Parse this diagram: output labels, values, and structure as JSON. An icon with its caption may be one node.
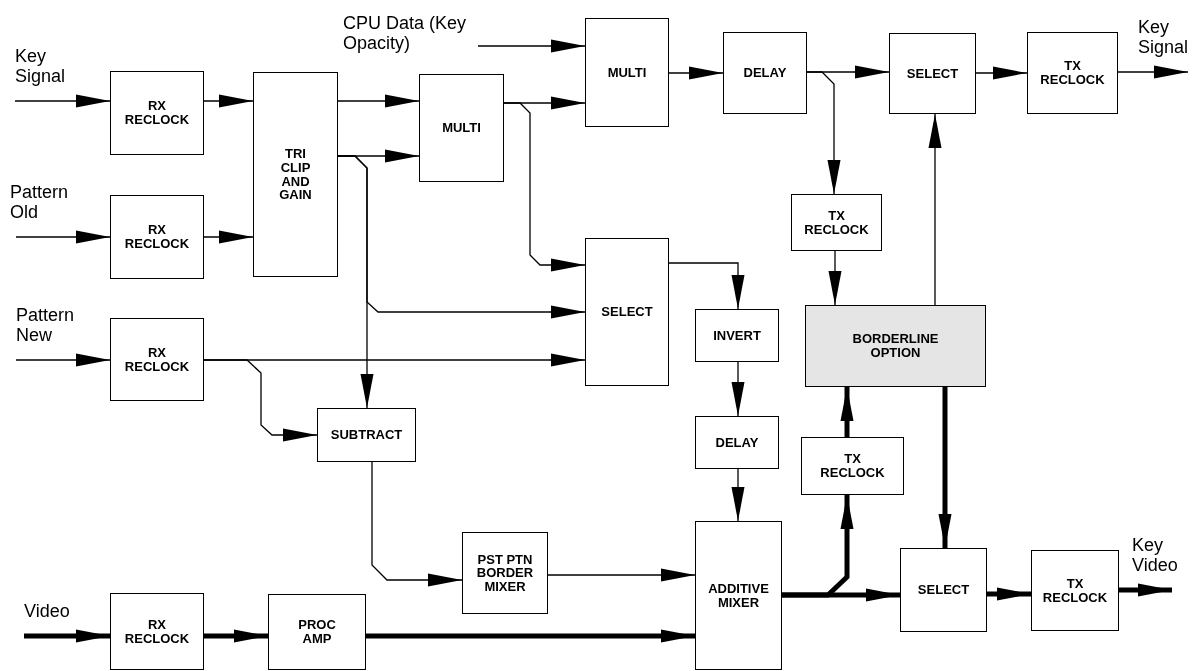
{
  "diagram": {
    "nodes": [
      {
        "text": [
          "Key Signal"
        ]
      },
      {
        "text": [
          "RX RECLOCK"
        ]
      },
      {
        "text": [
          "Pattern Old"
        ]
      },
      {
        "text": [
          "RX RECLOCK"
        ]
      },
      {
        "text": [
          "Pattern New"
        ]
      },
      {
        "text": [
          "RX RECLOCK"
        ]
      },
      {
        "text": [
          "Video"
        ]
      },
      {
        "text": [
          "RX RECLOCK"
        ]
      },
      {
        "text": [
          "TRI CLIP AND GAIN"
        ]
      },
      {
        "text": [
          "CPU Data (Key Opacity)"
        ]
      },
      {
        "text": [
          "MULTI"
        ]
      },
      {
        "text": [
          "MULTI"
        ]
      },
      {
        "text": [
          "SELECT"
        ]
      },
      {
        "text": [
          "SUBTRACT"
        ]
      },
      {
        "text": [
          "PST PTN BORDER MIXER"
        ]
      },
      {
        "text": [
          "PROC AMP"
        ]
      },
      {
        "text": [
          "DELAY"
        ]
      },
      {
        "text": [
          "INVERT"
        ]
      },
      {
        "text": [
          "DELAY"
        ]
      },
      {
        "text": [
          "ADDITIVE MIXER"
        ]
      },
      {
        "text": [
          "TX RECLOCK"
        ]
      },
      {
        "text": [
          "BORDERLINE OPTION"
        ]
      },
      {
        "text": [
          "TX RECLOCK"
        ]
      },
      {
        "text": [
          "SELECT"
        ]
      },
      {
        "text": [
          "TX RECLOCK"
        ]
      },
      {
        "text": [
          "Key Signal"
        ]
      },
      {
        "text": [
          "SELECT"
        ]
      },
      {
        "text": [
          "TX RECLOCK"
        ]
      },
      {
        "text": [
          "Key Video"
        ]
      }
    ],
    "edges": [
      {
        "from": 0,
        "to": 1,
        "arrow": "to"
      },
      {
        "from": 1,
        "to": 8,
        "arrow": "to"
      },
      {
        "from": 2,
        "to": 3,
        "arrow": "to"
      },
      {
        "from": 3,
        "to": 8,
        "arrow": "to"
      },
      {
        "from": 4,
        "to": 5,
        "arrow": "to"
      },
      {
        "from": 5,
        "to": 12,
        "arrow": "to"
      },
      {
        "from": 5,
        "to": 13,
        "arrow": "to"
      },
      {
        "from": 6,
        "to": 7,
        "arrow": "to",
        "style": "thick"
      },
      {
        "from": 7,
        "to": 15,
        "arrow": "to",
        "style": "thick"
      },
      {
        "from": 15,
        "to": 19,
        "arrow": "to",
        "style": "thick"
      },
      {
        "from": 8,
        "to": 10,
        "arrow": "to"
      },
      {
        "from": 8,
        "to": 10,
        "arrow": "to"
      },
      {
        "from": 8,
        "to": 12,
        "arrow": "to"
      },
      {
        "from": 8,
        "to": 13,
        "arrow": "to"
      },
      {
        "from": 9,
        "to": 11,
        "arrow": "to"
      },
      {
        "from": 10,
        "to": 11,
        "arrow": "to"
      },
      {
        "from": 10,
        "to": 12,
        "arrow": "to"
      },
      {
        "from": 11,
        "to": 16,
        "arrow": "to"
      },
      {
        "from": 16,
        "to": 23,
        "arrow": "to"
      },
      {
        "from": 16,
        "to": 20,
        "arrow": "to"
      },
      {
        "from": 20,
        "to": 21,
        "arrow": "to"
      },
      {
        "from": 21,
        "to": 23,
        "arrow": "to"
      },
      {
        "from": 12,
        "to": 17,
        "arrow": "to"
      },
      {
        "from": 17,
        "to": 18,
        "arrow": "to"
      },
      {
        "from": 18,
        "to": 19,
        "arrow": "to"
      },
      {
        "from": 13,
        "to": 14,
        "arrow": "to"
      },
      {
        "from": 14,
        "to": 19,
        "arrow": "to"
      },
      {
        "from": 19,
        "to": 26,
        "arrow": "to",
        "style": "thick"
      },
      {
        "from": 19,
        "to": 22,
        "arrow": "to",
        "style": "thick"
      },
      {
        "from": 22,
        "to": 21,
        "arrow": "to",
        "style": "thick"
      },
      {
        "from": 21,
        "to": 26,
        "arrow": "to",
        "style": "thick"
      },
      {
        "from": 23,
        "to": 24,
        "arrow": "to"
      },
      {
        "from": 24,
        "to": 25,
        "arrow": "to"
      },
      {
        "from": 26,
        "to": 27,
        "arrow": "to",
        "style": "thick"
      },
      {
        "from": 27,
        "to": 28,
        "arrow": "to",
        "style": "thick"
      }
    ]
  }
}
